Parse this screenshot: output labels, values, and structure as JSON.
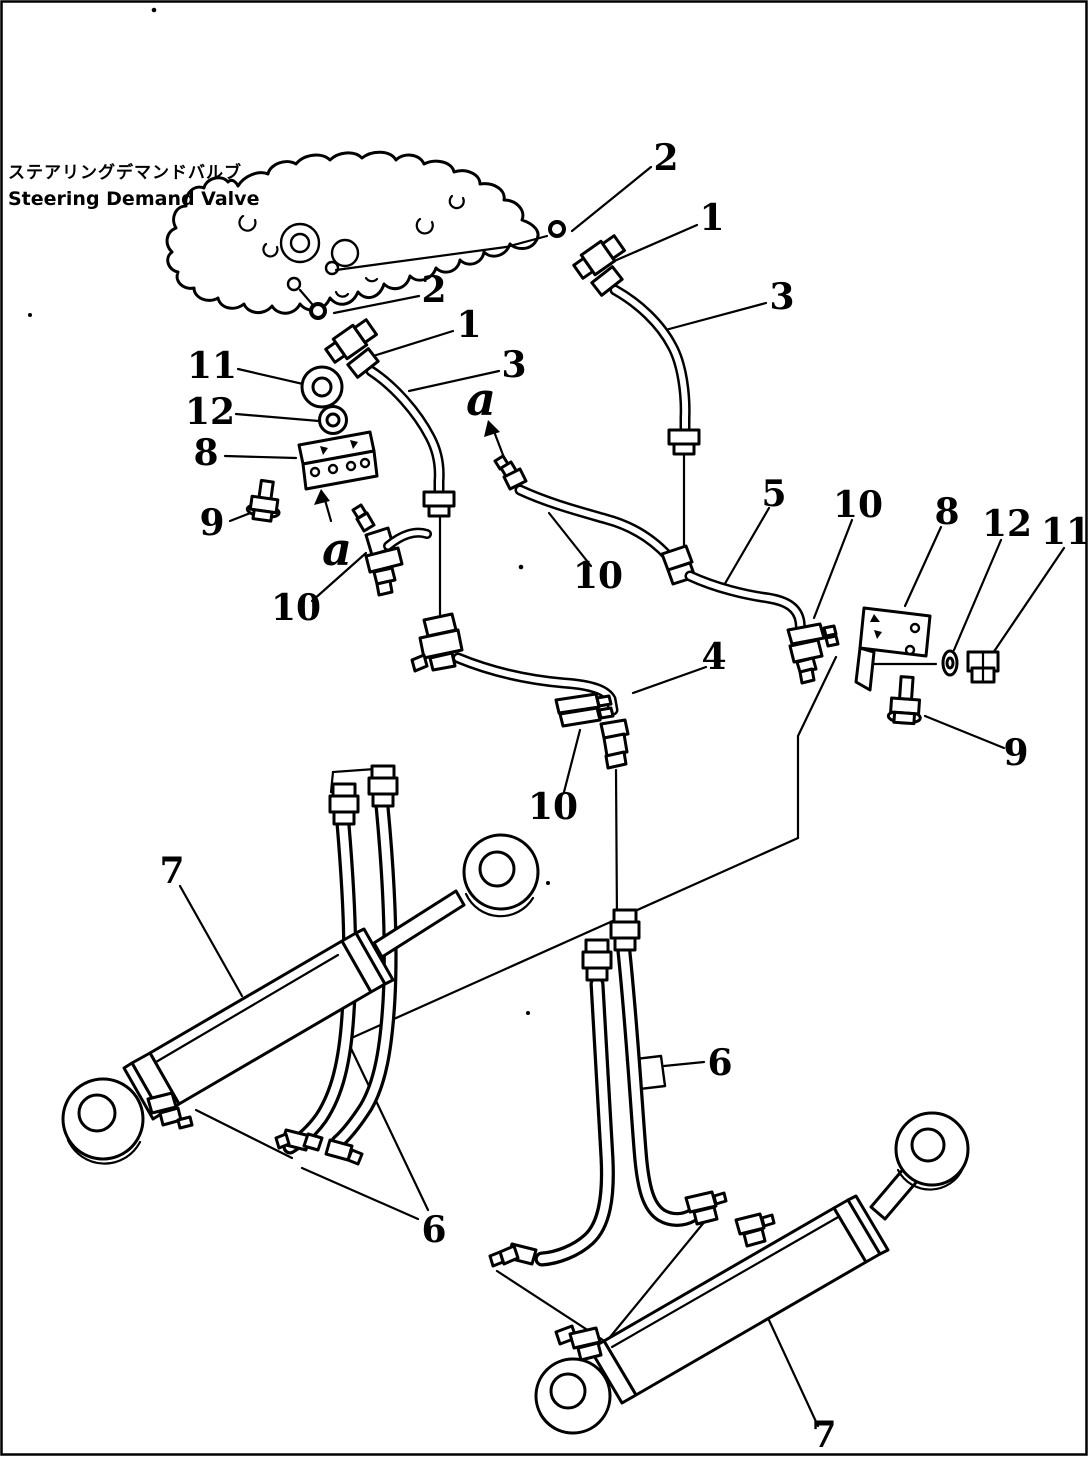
{
  "colors": {
    "ink": "#000000",
    "paper": "#ffffff"
  },
  "header": {
    "title_jp": "ステアリングデマンドバルブ",
    "title_en": "Steering Demand Valve"
  },
  "callouts": [
    {
      "label": "2"
    },
    {
      "label": "1"
    },
    {
      "label": "3"
    },
    {
      "label": "2"
    },
    {
      "label": "1"
    },
    {
      "label": "3"
    },
    {
      "label": "11"
    },
    {
      "label": "12"
    },
    {
      "label": "8"
    },
    {
      "label": "9"
    },
    {
      "label": "10"
    },
    {
      "label": "a"
    },
    {
      "label": "a"
    },
    {
      "label": "10"
    },
    {
      "label": "5"
    },
    {
      "label": "10"
    },
    {
      "label": "8"
    },
    {
      "label": "12"
    },
    {
      "label": "11"
    },
    {
      "label": "4"
    },
    {
      "label": "9"
    },
    {
      "label": "10"
    },
    {
      "label": "7"
    },
    {
      "label": "6"
    },
    {
      "label": "6"
    },
    {
      "label": "7"
    }
  ]
}
